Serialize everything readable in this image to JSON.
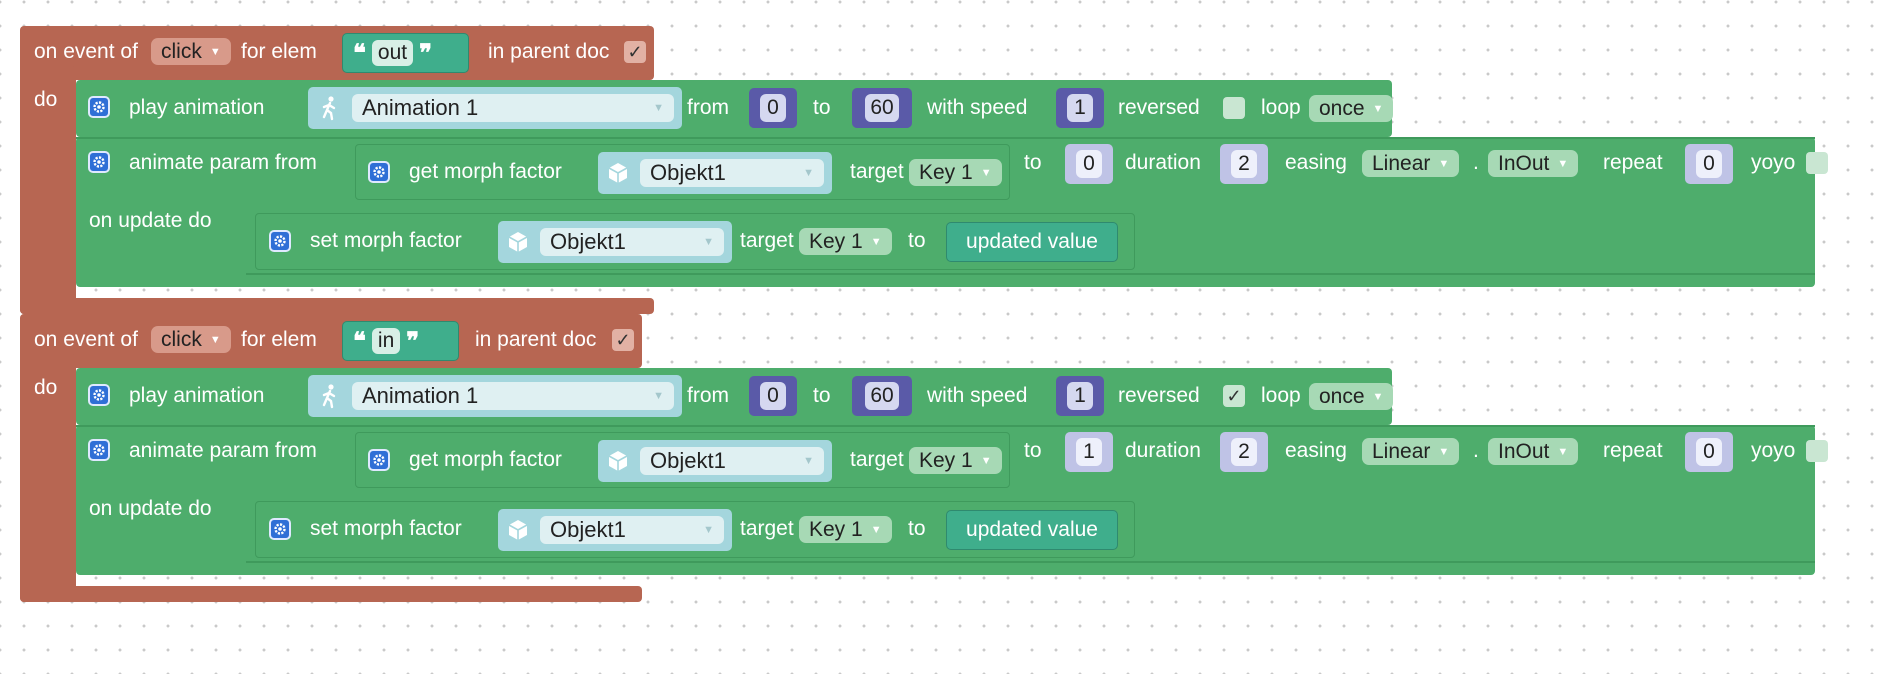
{
  "event_labels": {
    "on_event_of": "on event of",
    "for_elem": "for elem",
    "in_parent_doc": "in parent doc",
    "do": "do",
    "check": "✓"
  },
  "block_labels": {
    "play_animation": "play animation",
    "from": "from",
    "to": "to",
    "with_speed": "with speed",
    "reversed": "reversed",
    "loop": "loop",
    "animate_param_from": "animate param from",
    "get_morph_factor": "get morph factor",
    "target": "target",
    "duration": "duration",
    "easing": "easing",
    "dot": ".",
    "repeat": "repeat",
    "yoyo": "yoyo",
    "on_update_do": "on update do",
    "set_morph_factor": "set morph factor",
    "updated_value": "updated value"
  },
  "handlers": [
    {
      "event": "click",
      "elem": "out",
      "in_parent_doc_checked": true,
      "play": {
        "animation": "Animation 1",
        "from": "0",
        "to": "60",
        "speed": "1",
        "reversed": false,
        "reversed_mark": "",
        "loop": "once"
      },
      "animate": {
        "object": "Objekt1",
        "key": "Key 1",
        "to": "0",
        "duration": "2",
        "easing": "Linear",
        "easing_mode": "InOut",
        "repeat": "0",
        "yoyo": false
      },
      "set": {
        "object": "Objekt1",
        "key": "Key 1"
      }
    },
    {
      "event": "click",
      "elem": "in",
      "in_parent_doc_checked": true,
      "play": {
        "animation": "Animation 1",
        "from": "0",
        "to": "60",
        "speed": "1",
        "reversed": true,
        "reversed_mark": "✓",
        "loop": "once"
      },
      "animate": {
        "object": "Objekt1",
        "key": "Key 1",
        "to": "1",
        "duration": "2",
        "easing": "Linear",
        "easing_mode": "InOut",
        "repeat": "0",
        "yoyo": false
      },
      "set": {
        "object": "Objekt1",
        "key": "Key 1"
      }
    }
  ],
  "colors": {
    "event_block": "#b76652",
    "action_block": "#4ead6c",
    "number_block": "#5a5aa8",
    "text_block": "#3fae8c",
    "object_block": "#a4d6dd"
  }
}
